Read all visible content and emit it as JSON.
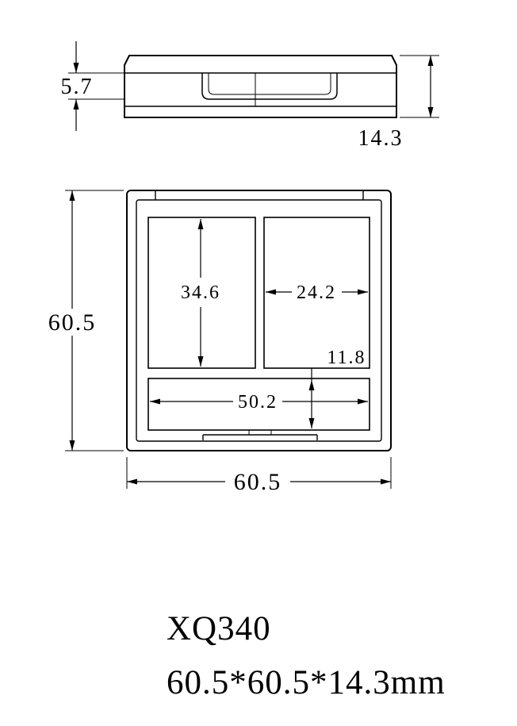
{
  "drawing": {
    "background": "#ffffff",
    "stroke_color": "#000000",
    "side_view": {
      "lid_height_label": "5.7",
      "total_height_label": "14.3"
    },
    "top_view": {
      "left_pan_height_label": "34.6",
      "right_pan_width_label": "24.2",
      "bottom_pan_width_label": "50.2",
      "bottom_pan_height_label": "11.8",
      "overall_height_label": "60.5",
      "overall_width_label": "60.5"
    },
    "caption": {
      "model_code": "XQ340",
      "dimensions_text": "60.5*60.5*14.3mm"
    }
  }
}
